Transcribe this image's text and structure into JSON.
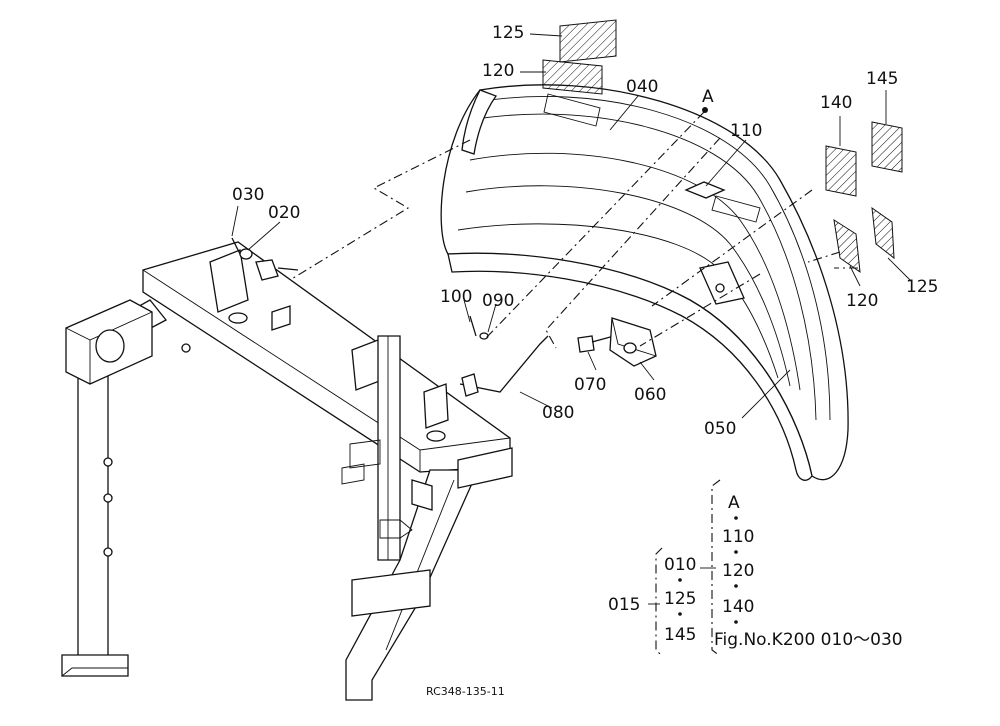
{
  "part_labels": {
    "p010": "010",
    "p015": "015",
    "p020": "020",
    "p030": "030",
    "p040": "040",
    "p050": "050",
    "p060": "060",
    "p070": "070",
    "p080": "080",
    "p090": "090",
    "p100": "100",
    "p110": "110",
    "p120_top": "120",
    "p120_side": "120",
    "p125_top": "125",
    "p125_side": "125",
    "p140": "140",
    "p145": "145",
    "ref_a": "A"
  },
  "legend": {
    "right_group": [
      "A",
      "110",
      "120",
      "140"
    ],
    "left_group": [
      "010",
      "125",
      "145"
    ],
    "left_group_label": "015",
    "fig_note": "Fig.No.K200  010～030"
  },
  "drawing_code": "RC348-135-11"
}
